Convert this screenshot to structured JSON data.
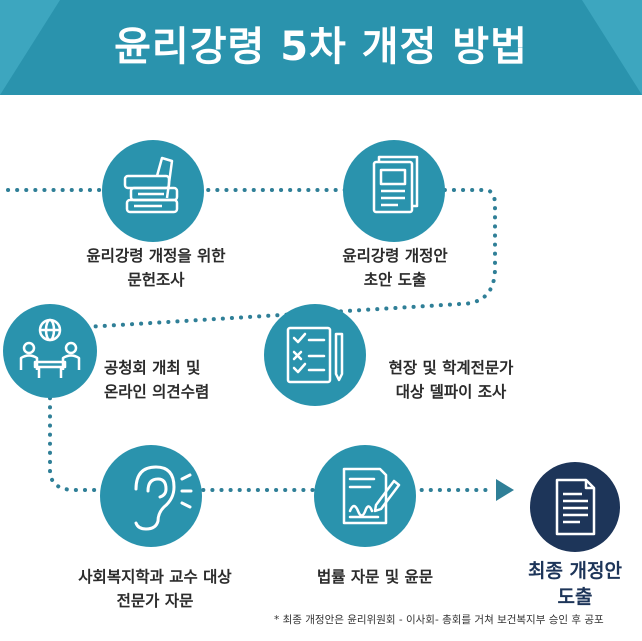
{
  "title": "윤리강령 5차 개정 방법",
  "steps": [
    {
      "line1": "윤리강령 개정을 위한",
      "line2": "문헌조사",
      "icon": "books-icon"
    },
    {
      "line1": "윤리강령 개정안",
      "line2": "초안 도출",
      "icon": "document-icon"
    },
    {
      "line1": "현장 및 학계전문가",
      "line2": "대상 델파이 조사",
      "icon": "checklist-icon"
    },
    {
      "line1": "공청회 개최 및",
      "line2": "온라인 의견수렴",
      "icon": "meeting-icon"
    },
    {
      "line1": "사회복지학과 교수 대상",
      "line2": "전문가 자문",
      "icon": "ear-icon"
    },
    {
      "line1": "법률 자문 및 윤문",
      "line2": "",
      "icon": "signed-document-icon"
    }
  ],
  "final": {
    "line1": "최종 개정안",
    "line2": "도출",
    "icon": "final-document-icon"
  },
  "note": "* 최종 개정안은 윤리위원회 - 이사회- 총회를 거쳐 보건복지부 승인 후 공포",
  "colors": {
    "primary": "#2a93ad",
    "dark": "#1d3559",
    "dots": "#2f7f97"
  }
}
